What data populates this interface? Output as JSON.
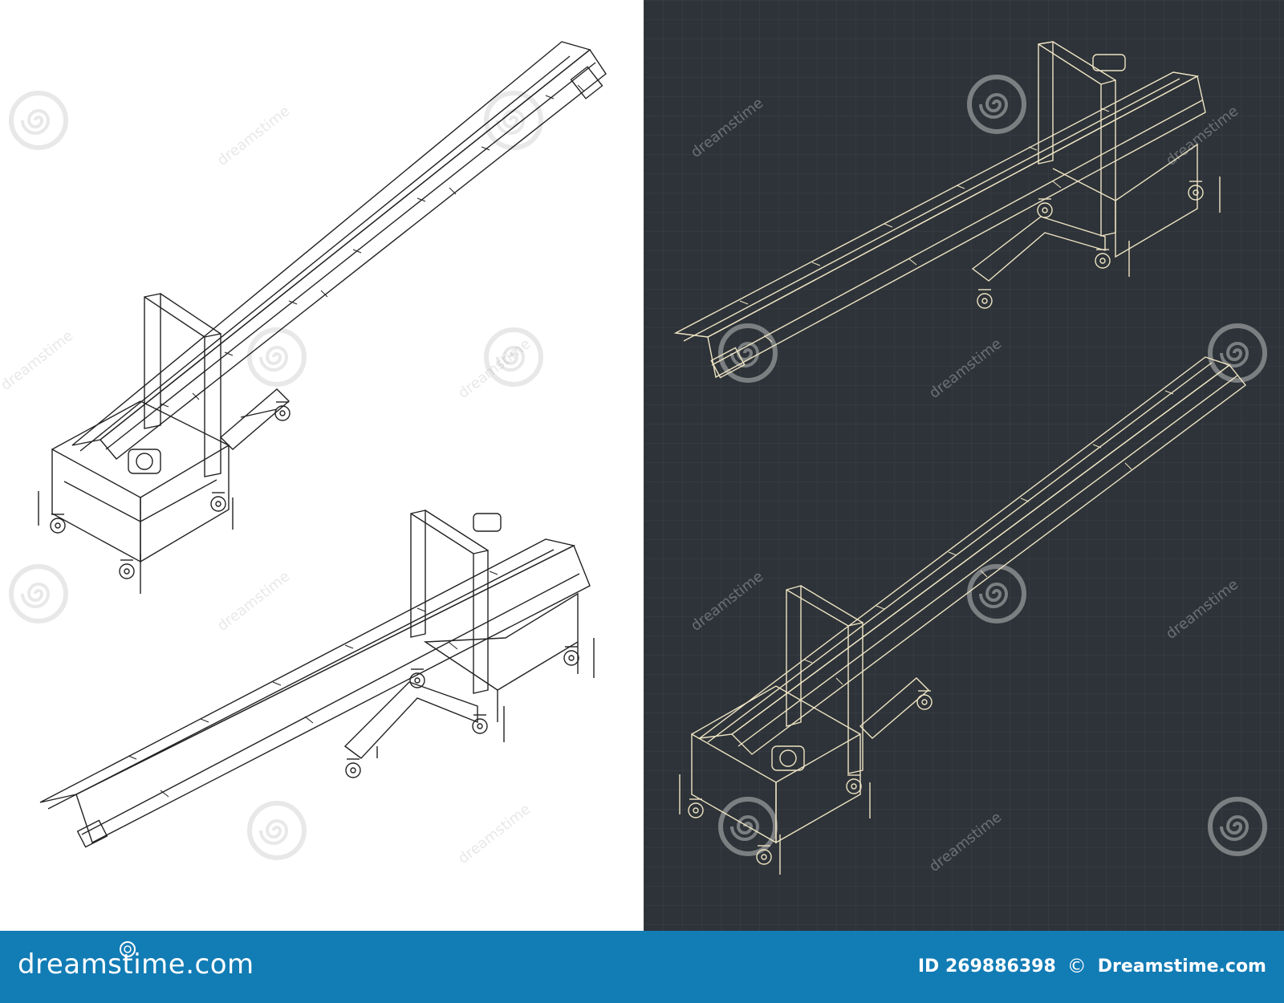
{
  "watermark": {
    "text": "dreamstime"
  },
  "footer": {
    "logo_text": "dreamstime.com",
    "id_text": "ID 269886398",
    "copyright_symbol": "©",
    "brand_text": "Dreamstime.com"
  },
  "colors": {
    "light_background": "#ffffff",
    "light_lines": "#222222",
    "dark_background": "#2d3338",
    "dark_lines": "#efe4c4",
    "footer_background": "#127cb5"
  },
  "icons": {
    "spiral": "dreamstime-spiral-icon"
  }
}
